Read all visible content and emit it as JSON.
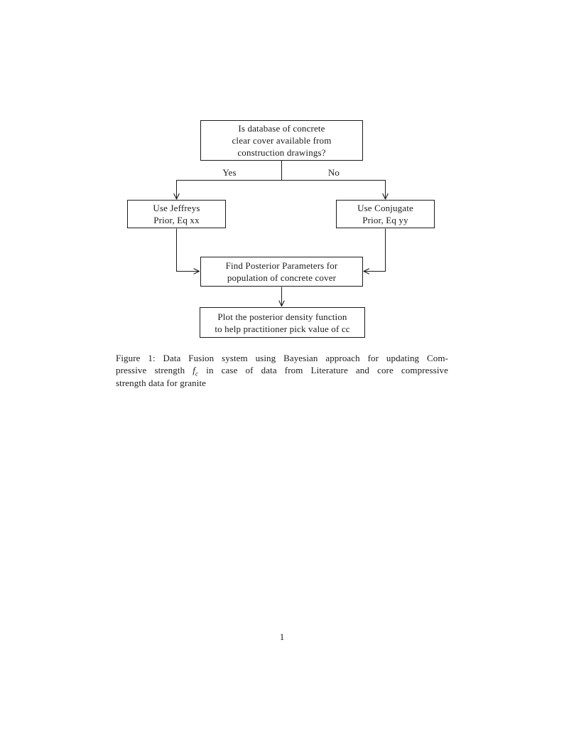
{
  "colors": {
    "ink": "#1b1b1b",
    "background": "#ffffff"
  },
  "flowchart": {
    "nodes": {
      "question": {
        "lines": [
          "Is database of concrete",
          "clear cover available from",
          "construction drawings?"
        ]
      },
      "jeffreys": {
        "lines": [
          "Use Jeffreys",
          "Prior, Eq xx"
        ]
      },
      "conjugate": {
        "lines": [
          "Use Conjugate",
          "Prior, Eq yy"
        ]
      },
      "posterior": {
        "lines": [
          "Find Posterior Parameters for",
          "population of concrete cover"
        ]
      },
      "plot": {
        "lines": [
          "Plot the posterior density function",
          "to help practitioner pick value of cc"
        ]
      }
    },
    "edge_labels": {
      "yes": "Yes",
      "no": "No"
    }
  },
  "caption": {
    "line1": "Figure 1: Data Fusion system using Bayesian approach for updating Com-",
    "line2_pre": "pressive strength",
    "line2_math_base": "f",
    "line2_math_sub": "c",
    "line2_post": "in case of data from Literature and core compressive",
    "line3": "strength data for granite"
  },
  "page": {
    "number": "1"
  }
}
